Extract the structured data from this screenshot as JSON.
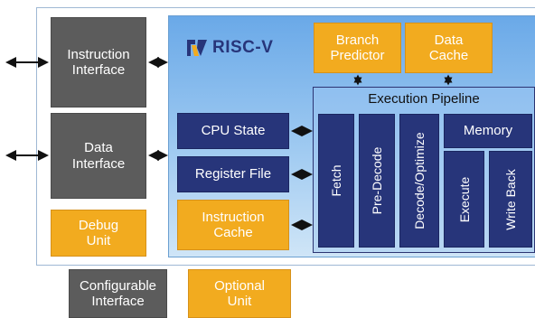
{
  "logo": {
    "text": "RISC-V",
    "icon": "riscv-logo-icon"
  },
  "blocks": {
    "instruction_interface": "Instruction\nInterface",
    "data_interface": "Data\nInterface",
    "debug_unit": "Debug\nUnit",
    "branch_predictor": "Branch\nPredictor",
    "data_cache": "Data\nCache",
    "execution_pipeline": "Execution Pipeline",
    "cpu_state": "CPU State",
    "register_file": "Register File",
    "instruction_cache": "Instruction\nCache",
    "fetch": "Fetch",
    "pre_decode": "Pre-Decode",
    "decode_optimize": "Decode/Optimize",
    "memory": "Memory",
    "execute": "Execute",
    "write_back": "Write Back"
  },
  "legend": {
    "configurable_interface": "Configurable\nInterface",
    "optional_unit": "Optional\nUnit"
  },
  "colors": {
    "configurable": "#5c5c5c",
    "optional": "#f2ab1f",
    "core_block": "#27357a",
    "riscv_panel": "#8bbcec"
  }
}
